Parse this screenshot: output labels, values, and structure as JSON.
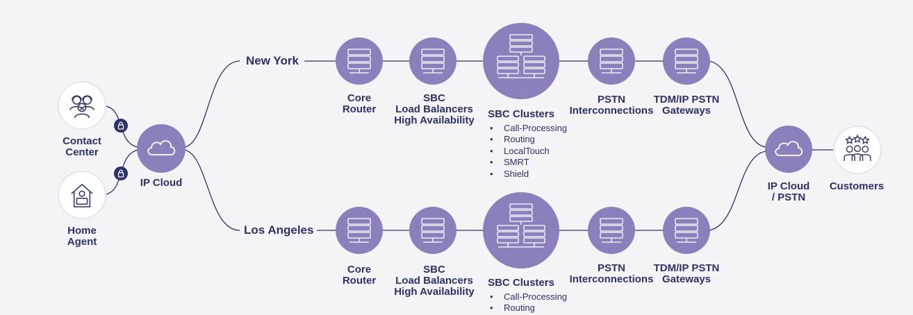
{
  "colors": {
    "node": "#8b80bb",
    "ink": "#2c3166",
    "background": "#f4f4f7"
  },
  "agents": {
    "contact_center": "Contact\nCenter",
    "home_agent": "Home\nAgent",
    "lock_icon": "lock-icon"
  },
  "ip_cloud": "IP Cloud",
  "sites": [
    {
      "city": "New York",
      "core_router": "Core\nRouter",
      "sbc_lb": "SBC\nLoad Balancers\nHigh Availability",
      "sbc_clusters": "SBC Clusters",
      "services": [
        "Call-Processing",
        "Routing",
        "LocalTouch",
        "SMRT",
        "Shield"
      ],
      "pstn": "PSTN\nInterconnections",
      "tdm": "TDM/IP PSTN\nGateways"
    },
    {
      "city": "Los Angeles",
      "core_router": "Core\nRouter",
      "sbc_lb": "SBC\nLoad Balancers\nHigh Availability",
      "sbc_clusters": "SBC Clusters",
      "services": [
        "Call-Processing",
        "Routing"
      ],
      "pstn": "PSTN\nInterconnections",
      "tdm": "TDM/IP PSTN\nGateways"
    }
  ],
  "ip_cloud_pstn": "IP Cloud\n/ PSTN",
  "customers": "Customers"
}
